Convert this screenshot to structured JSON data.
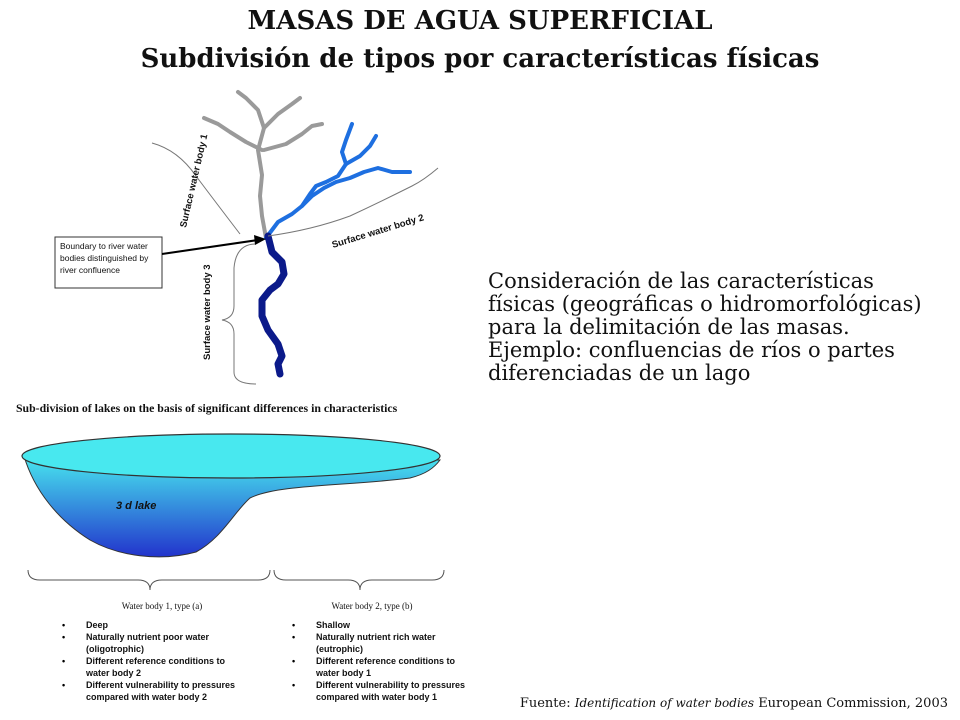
{
  "title": {
    "line1": "MASAS DE AGUA SUPERFICIAL",
    "line2": "Subdivisión de tipos por características físicas"
  },
  "body_text": "Consideración de las características físicas (geográficas o hidromorfológicas) para la delimitación de las masas. Ejemplo: confluencias de ríos o partes diferenciadas de un lago",
  "river_diagram": {
    "box_lines": [
      "Boundary to river water",
      "bodies distinguished by",
      "river confluence"
    ],
    "label_wb1": "Surface water body 1",
    "label_wb2": "Surface water body 2",
    "label_wb3": "Surface water body 3",
    "colors": {
      "wb1": "#9a9a9a",
      "wb2": "#1e6fe0",
      "wb3": "#0b1a8a"
    }
  },
  "lake_diagram": {
    "heading": "Sub-division of lakes on the basis of significant differences in characteristics",
    "lake_label": "3 d lake",
    "wb1_title": "Water body 1, type (a)",
    "wb2_title": "Water body 2, type (b)",
    "wb1_bullets": [
      [
        "Deep"
      ],
      [
        "Naturally nutrient poor water",
        "(oligotrophic)"
      ],
      [
        "Different reference conditions to",
        "water body 2"
      ],
      [
        "Different vulnerability to pressures",
        "compared with water body 2"
      ]
    ],
    "wb2_bullets": [
      [
        "Shallow"
      ],
      [
        "Naturally nutrient rich water",
        "(eutrophic)"
      ],
      [
        "Different reference conditions to",
        "water body 1"
      ],
      [
        "Different vulnerability to pressures",
        "compared with water body 1"
      ]
    ],
    "colors": {
      "surface": "#48e8ef",
      "deep": "#2233cc"
    }
  },
  "source": {
    "prefix": "Fuente:",
    "italic": "Identification  of water bodies",
    "suffix": "European Commission, 2003"
  }
}
